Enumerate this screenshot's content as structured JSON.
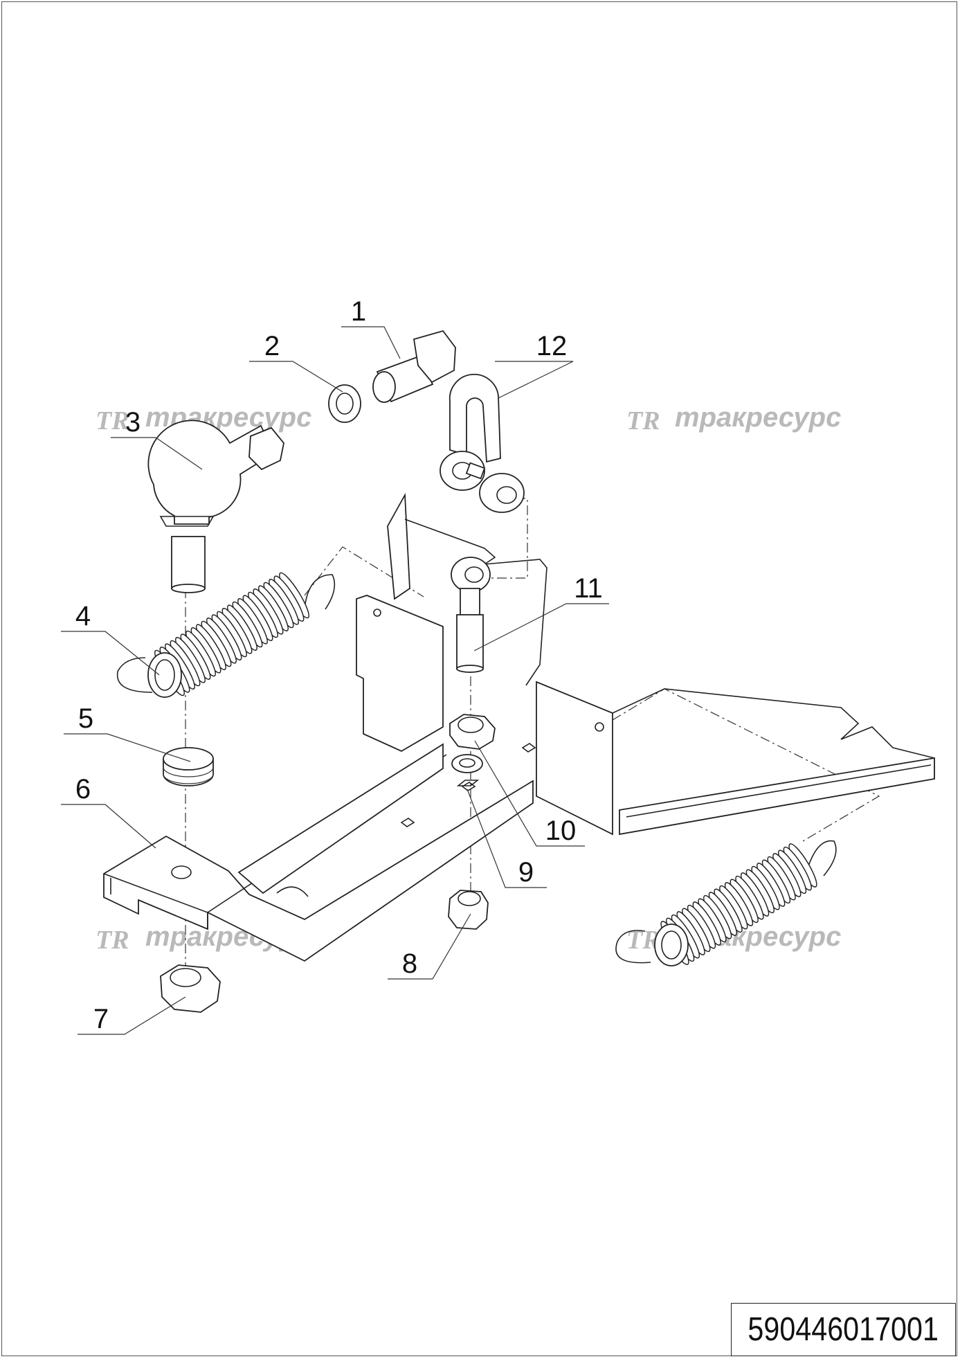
{
  "watermarks": [
    {
      "logo": "TR",
      "text": "тракресурс"
    },
    {
      "logo": "TR",
      "text": "тракресурс"
    },
    {
      "logo": "TR",
      "text": "тракресурс"
    },
    {
      "logo": "TR",
      "text": "тракресурс"
    }
  ],
  "callouts": [
    "1",
    "2",
    "3",
    "4",
    "5",
    "6",
    "7",
    "8",
    "9",
    "10",
    "11",
    "12"
  ],
  "drawing_number": "590446017001",
  "colors": {
    "line": "#222222",
    "watermark": "#b9b9b9",
    "background": "#ffffff"
  }
}
